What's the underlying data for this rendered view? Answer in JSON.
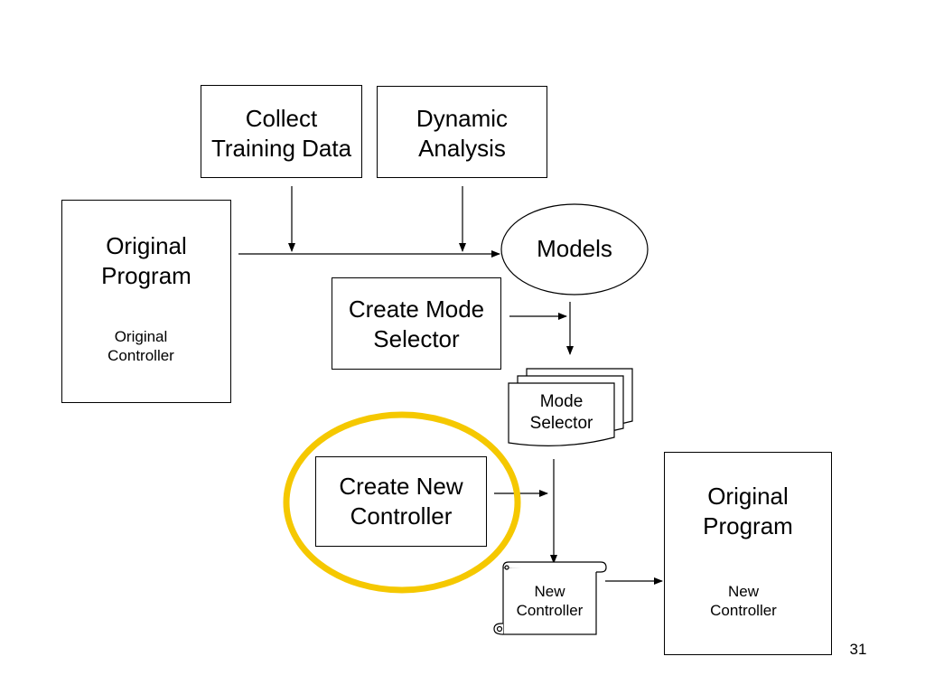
{
  "slide": {
    "page_number": "31",
    "highlight_color": "#f5c800"
  },
  "steps": {
    "collect_training_data": "Collect\nTraining Data",
    "dynamic_analysis": "Dynamic\nAnalysis",
    "create_mode_selector": "Create Mode\nSelector",
    "create_new_controller": "Create New\nController"
  },
  "artifacts": {
    "models": "Models",
    "mode_selector": "Mode\nSelector",
    "new_controller": "New\nController"
  },
  "programs": {
    "original": {
      "title": "Original\nProgram",
      "controller": "Original\nController"
    },
    "result": {
      "title": "Original\nProgram",
      "controller": "New\nController"
    }
  }
}
